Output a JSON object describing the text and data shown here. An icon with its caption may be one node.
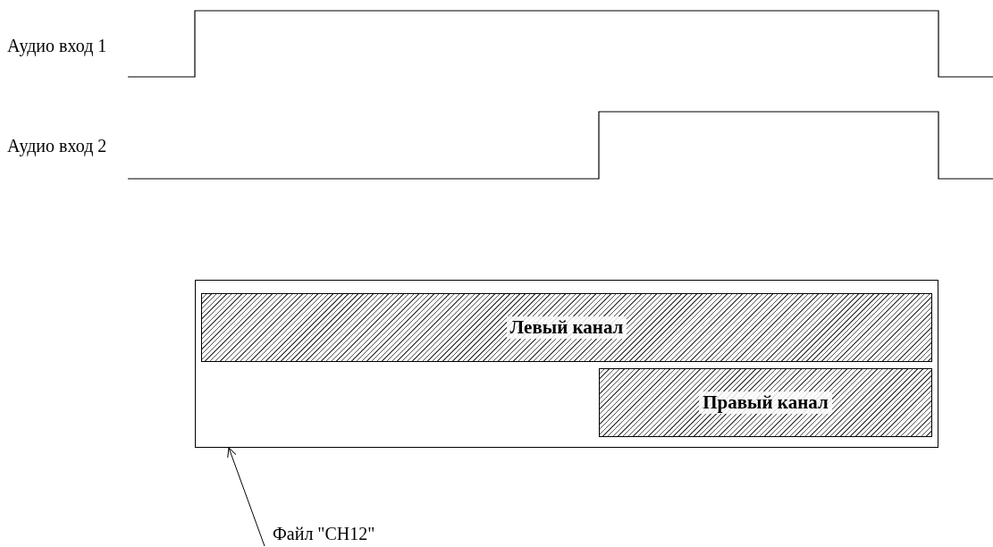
{
  "diagram": {
    "nodes": [
      {
        "text": [],
        "shape": "box"
      },
      {
        "text": [
          "Левый канал"
        ],
        "in": 0
      },
      {
        "text": [
          "Правый канал"
        ],
        "in": 0
      },
      {
        "text": [
          "Файл \"CH12\""
        ]
      }
    ],
    "edges": [
      {
        "from": 3,
        "to": 0,
        "arrow": "to"
      }
    ],
    "labels": [
      "Аудио вход 1",
      "Аудио вход 2"
    ]
  }
}
